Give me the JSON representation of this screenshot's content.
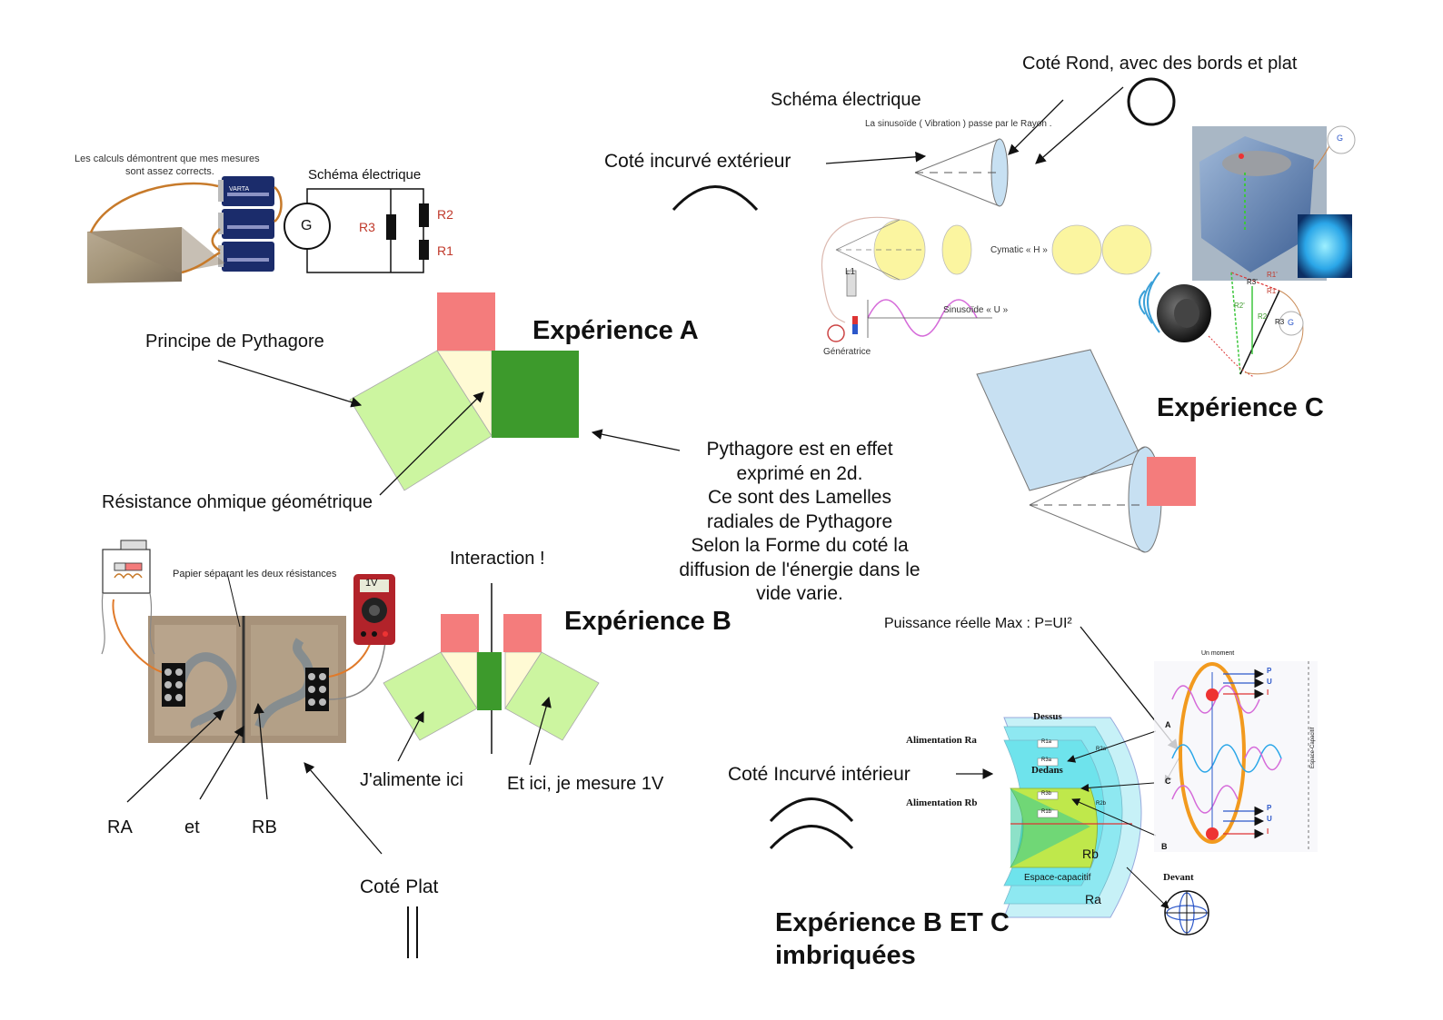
{
  "titles": {
    "exp_a": "Expérience A",
    "exp_b": "Expérience B",
    "exp_c": "Expérience C",
    "exp_bc_line1": "Expérience B ET C",
    "exp_bc_line2": "imbriquées"
  },
  "labels": {
    "calculs_line1": "Les calculs démontrent que mes mesures",
    "calculs_line2": "sont assez corrects.",
    "schema_left": "Schéma électrique",
    "schema_top": "Schéma électrique",
    "pythagore_principle": "Principe de Pythagore",
    "resistance_geo": "Résistance ohmique géométrique",
    "papier": "Papier séparant les deux résistances",
    "interaction": "Interaction !",
    "alimente": "J'alimente ici",
    "mesure": "Et ici, je mesure 1V",
    "ra": "RA",
    "et": "et",
    "rb": "RB",
    "cote_plat": "Coté Plat",
    "cote_rond": "Coté Rond, avec des bords et plat",
    "cote_incurve_ext": "Coté incurvé extérieur",
    "cote_incurve_int": "Coté Incurvé intérieur",
    "sinusoide_rayon": "La sinusoïde ( Vibration ) passe par le Rayon .",
    "cymatic": "Cymatic « H »",
    "sinusoide_u": "Sinusoïde « U »",
    "generatrice": "Génératrice",
    "l1": "L1",
    "puissance": "Puissance réelle Max : P=UI²",
    "meter_reading": "1V"
  },
  "circuit": {
    "g": "G",
    "r1": "R1",
    "r2": "R2",
    "r3": "R3"
  },
  "battery_brand": "VARTA",
  "center_text": [
    "Pythagore est en effet",
    "exprimé en 2d.",
    "Ce sont des Lamelles",
    "radiales de Pythagore",
    "Selon la Forme du coté la",
    "diffusion de l'énergie dans le",
    "vide varie."
  ],
  "bc_diagram": {
    "dessus": "Dessus",
    "dedans": "Dedans",
    "devant": "Devant",
    "alim_ra": "Alimentation Ra",
    "alim_rb": "Alimentation Rb",
    "r1a": "R1a",
    "r3a": "R3a",
    "r3b": "R3b",
    "r1b": "R1b",
    "r2a": "R2a",
    "r2b": "R2b",
    "rb": "Rb",
    "ra": "Ra",
    "espace": "Espace-capacitif",
    "a": "A",
    "b": "B",
    "c": "C",
    "moment": "Un moment",
    "espace_capacitif_side": "Espace-Capacitif",
    "p": "P",
    "u": "U",
    "i": "I"
  },
  "cube_diagram": {
    "g_top": "G",
    "g_bottom": "G",
    "r1p": "R1'",
    "r1": "R1",
    "r2p": "R2'",
    "r2": "R2",
    "r3p": "R3'",
    "r3": "R3"
  },
  "colors": {
    "pink": "#f47c7c",
    "light_green": "#ccf5a0",
    "dark_green": "#3d9a2c",
    "cream": "#fffad4",
    "light_blue": "#c7e0f2",
    "yellow": "#fbf5a0",
    "cyan": "#6ee3ec",
    "orange": "#f29a1e"
  }
}
